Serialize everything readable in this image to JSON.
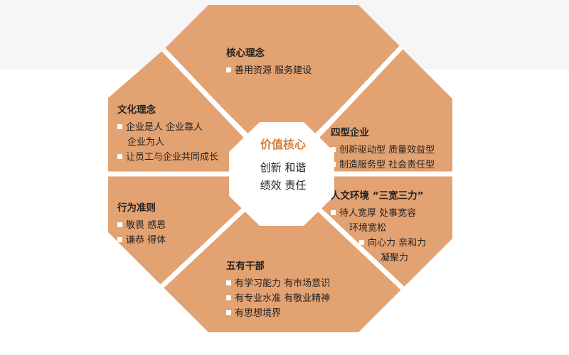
{
  "colors": {
    "segment": "#e3a271",
    "gap": "#ffffff",
    "center": "#ffffff",
    "accent": "#d3803c"
  },
  "center": {
    "title": "价值核心",
    "lines": [
      "创新 和谐",
      "绩效 责任"
    ]
  },
  "segments": [
    {
      "id": "core-concept",
      "title": "核心理念",
      "items": [
        {
          "bullet": true,
          "text": "善用资源  服务建设"
        }
      ]
    },
    {
      "id": "four-type-enterprise",
      "title": "四型企业",
      "items": [
        {
          "bullet": true,
          "text": "创新驱动型  质量效益型"
        },
        {
          "bullet": true,
          "text": "制造服务型  社会责任型"
        }
      ]
    },
    {
      "id": "humanistic-environment",
      "title": "人文环境 “三宽三力”",
      "items": [
        {
          "bullet": true,
          "text": "待人宽厚  处事宽容"
        },
        {
          "bullet": false,
          "text": "环境宽松"
        },
        {
          "bullet": true,
          "text": "向心力  亲和力"
        },
        {
          "bullet": false,
          "text": "凝聚力"
        }
      ]
    },
    {
      "id": "five-have-cadre",
      "title": "五有干部",
      "items": [
        {
          "bullet": true,
          "text": "有学习能力  有市场意识"
        },
        {
          "bullet": true,
          "text": "有专业水准  有敬业精神"
        },
        {
          "bullet": true,
          "text": "有思想境界"
        }
      ]
    },
    {
      "id": "code-of-conduct",
      "title": "行为准则",
      "items": [
        {
          "bullet": true,
          "text": "敬畏  感恩"
        },
        {
          "bullet": true,
          "text": "谦恭  得体"
        }
      ]
    },
    {
      "id": "culture-concept",
      "title": "文化理念",
      "items": [
        {
          "bullet": true,
          "text": "企业是人  企业靠人"
        },
        {
          "bullet": false,
          "text": "企业为人"
        },
        {
          "bullet": true,
          "text": "让员工与企业共同成长"
        }
      ]
    }
  ]
}
